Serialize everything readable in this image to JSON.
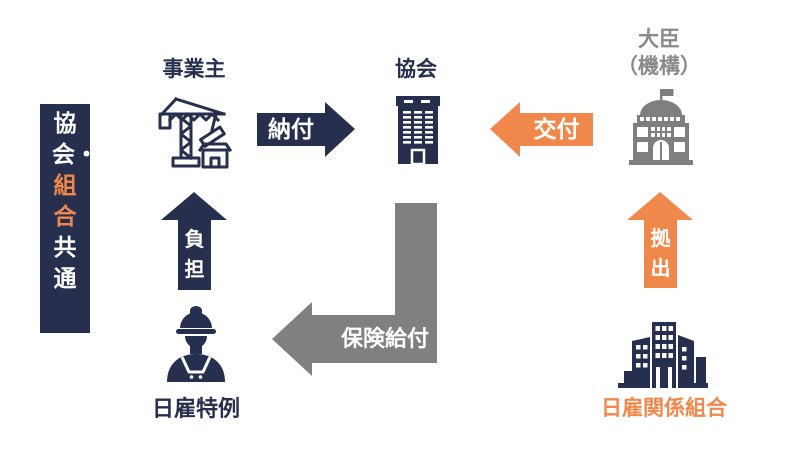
{
  "colors": {
    "navy": "#262F4D",
    "orange": "#F0884C",
    "gray": "#808080"
  },
  "banner": {
    "full_text": "協会・組合共通",
    "segments": [
      {
        "text": "協会・",
        "color": "white"
      },
      {
        "text": "組合",
        "color": "orange"
      },
      {
        "text": "共通",
        "color": "white"
      }
    ]
  },
  "nodes": {
    "employer": {
      "label": "事業主",
      "icon": "crane-icon"
    },
    "association": {
      "label": "協会",
      "icon": "office-building-icon"
    },
    "minister": {
      "label_line1": "大臣",
      "label_line2": "（機構）",
      "icon": "government-building-icon"
    },
    "day_laborer": {
      "label": "日雇特例",
      "icon": "worker-icon"
    },
    "union": {
      "label": "日雇関係組合",
      "icon": "city-buildings-icon"
    }
  },
  "arrows": {
    "payment": {
      "label": "納付",
      "direction": "right",
      "color": "#262F4D"
    },
    "grant": {
      "label": "交付",
      "direction": "left",
      "color": "#F0884C"
    },
    "burden": {
      "label": "負担",
      "direction": "up",
      "color": "#262F4D"
    },
    "contribution": {
      "label": "拠出",
      "direction": "up",
      "color": "#F0884C"
    },
    "insurance_benefit": {
      "label": "保険給付",
      "direction": "down-left",
      "color": "#808080"
    }
  }
}
